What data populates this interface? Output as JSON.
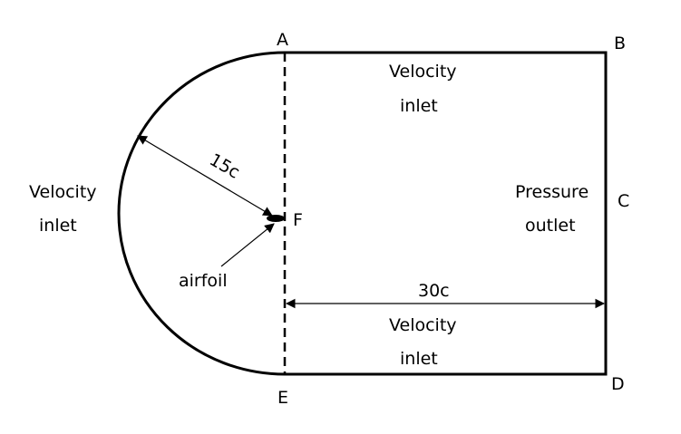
{
  "points": {
    "A": "A",
    "B": "B",
    "C": "C",
    "D": "D",
    "E": "E",
    "F": "F"
  },
  "labels": {
    "top_boundary_line1": "Velocity",
    "top_boundary_line2": "inlet",
    "left_boundary_line1": "Velocity",
    "left_boundary_line2": "inlet",
    "right_boundary_line1": "Pressure",
    "right_boundary_line2": "outlet",
    "bottom_boundary_line1": "Velocity",
    "bottom_boundary_line2": "inlet",
    "radius": "15c",
    "length": "30c",
    "airfoil": "airfoil"
  },
  "colors": {
    "line": "#000000",
    "background": "#ffffff"
  }
}
